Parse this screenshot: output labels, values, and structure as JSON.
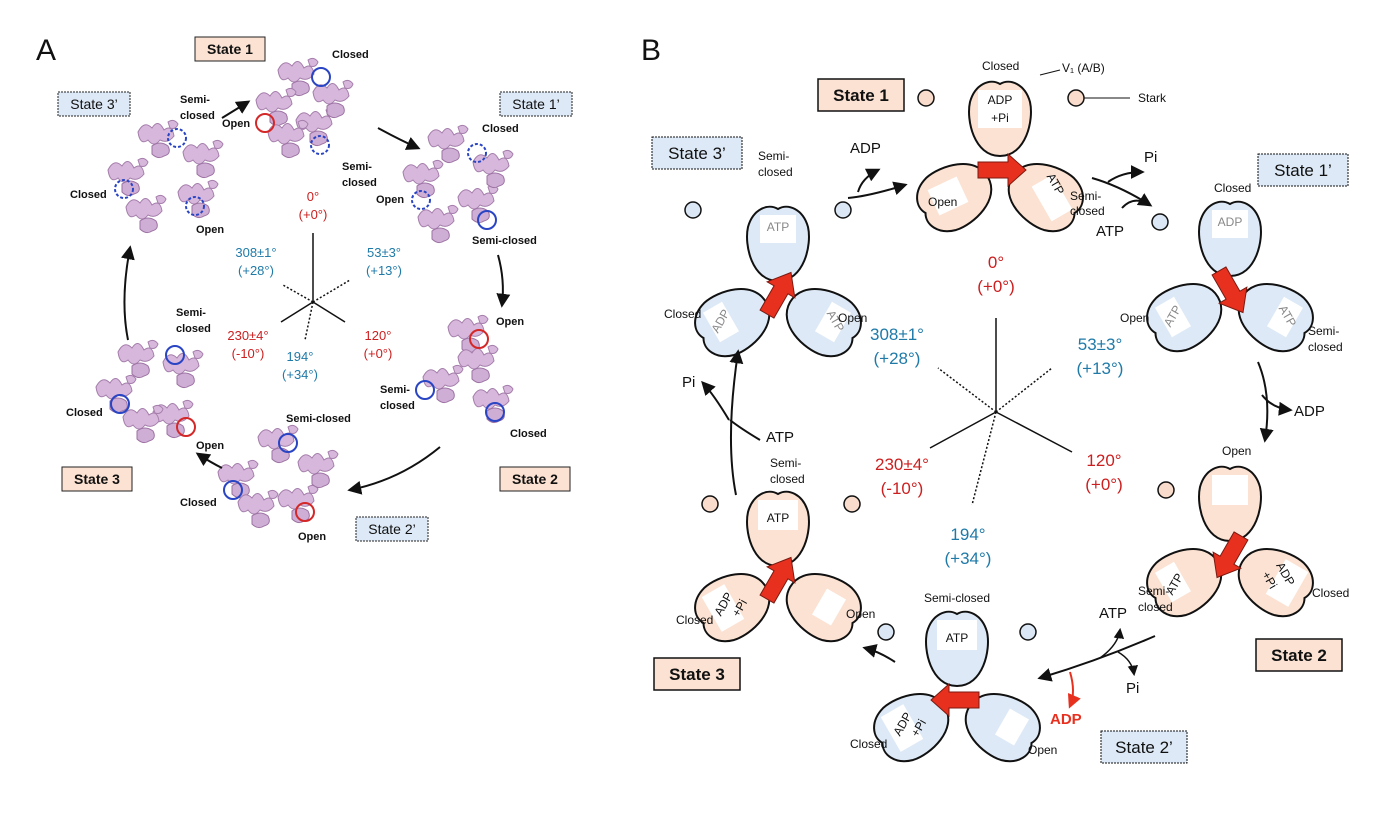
{
  "panels": {
    "a": "A",
    "b": "B"
  },
  "panelA": {
    "states": {
      "s1": "State 1",
      "s1p": "State 1’",
      "s2": "State 2",
      "s2p": "State 2’",
      "s3": "State 3",
      "s3p": "State 3’"
    },
    "labels": {
      "s1_closed": "Closed",
      "s1_open": "Open",
      "s1_semi1": "Semi-",
      "s1_semi2": "closed",
      "s1p_closed": "Closed",
      "s1p_open": "Open",
      "s1p_semi": "Semi-closed",
      "s2_open": "Open",
      "s2_semi1": "Semi-",
      "s2_semi2": "closed",
      "s2_closed": "Closed",
      "s2p_semi": "Semi-closed",
      "s2p_closed": "Closed",
      "s2p_open": "Open",
      "s3_semi1": "Semi-",
      "s3_semi2": "closed",
      "s3_closed": "Closed",
      "s3_open": "Open",
      "s3p_semi1": "Semi-",
      "s3p_semi2": "closed",
      "s3p_closed": "Closed",
      "s3p_open": "Open"
    },
    "angles": {
      "a0": "0°",
      "a0d": "(+0°)",
      "a53": "53±3°",
      "a53d": "(+13°)",
      "a120": "120°",
      "a120d": "(+0°)",
      "a194": "194°",
      "a194d": "(+34°)",
      "a230": "230±4°",
      "a230d": "(-10°)",
      "a308": "308±1°",
      "a308d": "(+28°)"
    }
  },
  "panelB": {
    "states": {
      "s1": "State 1",
      "s1p": "State 1’",
      "s2": "State 2",
      "s2p": "State 2’",
      "s3": "State 3",
      "s3p": "State 3’"
    },
    "legend": {
      "v1": "V₁ (A/B)",
      "stalk": "Stark"
    },
    "labels": {
      "s1_closed": "Closed",
      "s1_open": "Open",
      "s1_semi1": "Semi-",
      "s1_semi2": "closed",
      "s1p_closed": "Closed",
      "s1p_open": "Open",
      "s1p_semi1": "Semi-",
      "s1p_semi2": "closed",
      "s2_open": "Open",
      "s2_semi1": "Semi-",
      "s2_semi2": "closed",
      "s2_closed": "Closed",
      "s2p_semi": "Semi-closed",
      "s2p_closed": "Closed",
      "s2p_open": "Open",
      "s3_semi1": "Semi-",
      "s3_semi2": "closed",
      "s3_closed": "Closed",
      "s3_open": "Open",
      "s3p_semi1": "Semi-",
      "s3p_semi2": "closed",
      "s3p_closed": "Closed",
      "s3p_open": "Open"
    },
    "nucleotides": {
      "adp": "ADP",
      "pi_plus": "+Pi",
      "atp": "ATP",
      "adp_pi2": "+Pi"
    },
    "reactions": {
      "adp1": "ADP",
      "pi1": "Pi",
      "atp1": "ATP",
      "adp2": "ADP",
      "atp2": "ATP",
      "pi2": "Pi",
      "adp_red": "ADP",
      "pi3": "Pi",
      "atp3": "ATP"
    },
    "angles": {
      "a0": "0°",
      "a0d": "(+0°)",
      "a53": "53±3°",
      "a53d": "(+13°)",
      "a120": "120°",
      "a120d": "(+0°)",
      "a194": "194°",
      "a194d": "(+34°)",
      "a230": "230±4°",
      "a230d": "(-10°)",
      "a308": "308±1°",
      "a308d": "(+28°)"
    },
    "colors": {
      "peach": "#fbe2d2",
      "blue": "#dde9f6",
      "arrow": "#e8301f",
      "stalk_peach": "#f9dccb",
      "stalk_blue": "#dbe7f4"
    }
  }
}
